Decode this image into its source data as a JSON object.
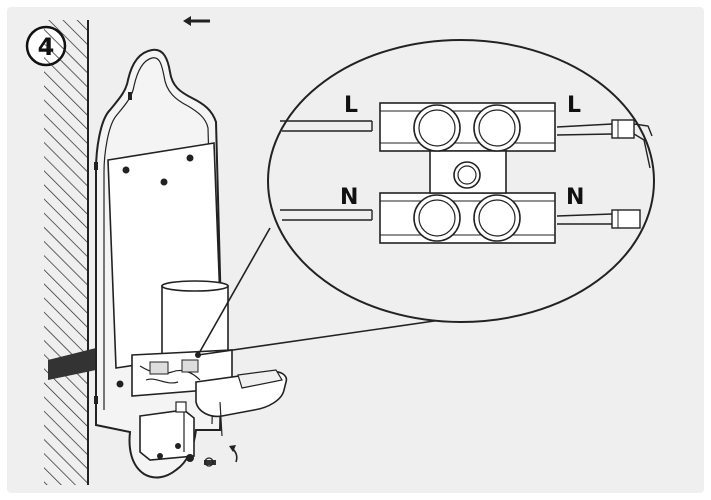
{
  "step": {
    "number": "4"
  },
  "zoom": {
    "left_top_label": "L",
    "right_top_label": "L",
    "left_bottom_label": "N",
    "right_bottom_label": "N"
  },
  "icons": {
    "direction": "arrow-left-icon",
    "rotate": "rotate-arrow-icon"
  },
  "colors": {
    "background": "#efefef",
    "line": "#222222"
  }
}
